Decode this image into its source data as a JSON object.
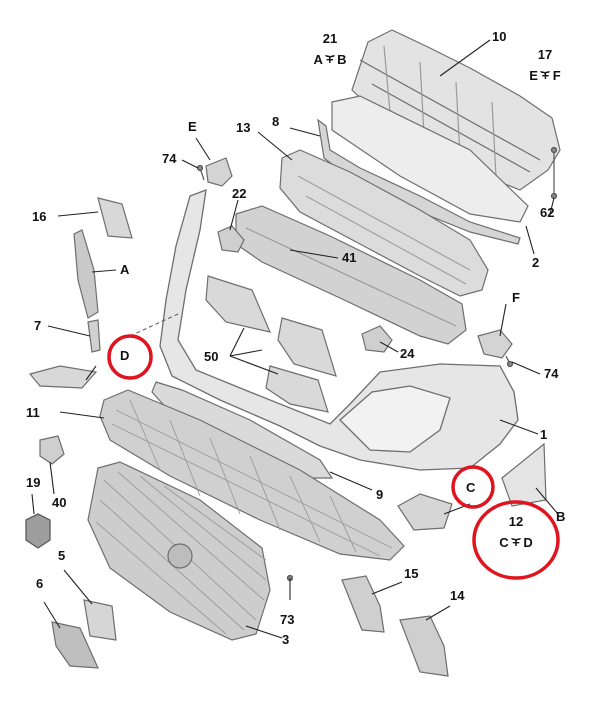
{
  "colors": {
    "outline": "#6e6e6e",
    "part_fill": "#e3e3e3",
    "part_dark": "#c8c8c8",
    "highlight": "#e0141e",
    "leader": "#222222"
  },
  "callouts": {
    "n1": "1",
    "n2": "2",
    "n3": "3",
    "n5": "5",
    "n6": "6",
    "n7": "7",
    "n8": "8",
    "n9": "9",
    "n10": "10",
    "n11": "11",
    "n13": "13",
    "n14": "14",
    "n15": "15",
    "n16": "16",
    "n19": "19",
    "n22": "22",
    "n24": "24",
    "n40": "40",
    "n41": "41",
    "n50": "50",
    "n62": "62",
    "n73": "73",
    "n74a": "74",
    "n74b": "74",
    "A": "A",
    "B": "B",
    "C": "C",
    "D": "D",
    "E": "E",
    "F": "F"
  },
  "groups": {
    "g21": {
      "number": "21",
      "brace": "⏟",
      "expression": "A + B"
    },
    "g17": {
      "number": "17",
      "brace": "⏟",
      "expression": "E + F"
    },
    "g12": {
      "number": "12",
      "brace": "⏟",
      "expression": "C + D"
    }
  },
  "highlight_circles": [
    "D",
    "C",
    "12 C + D"
  ]
}
